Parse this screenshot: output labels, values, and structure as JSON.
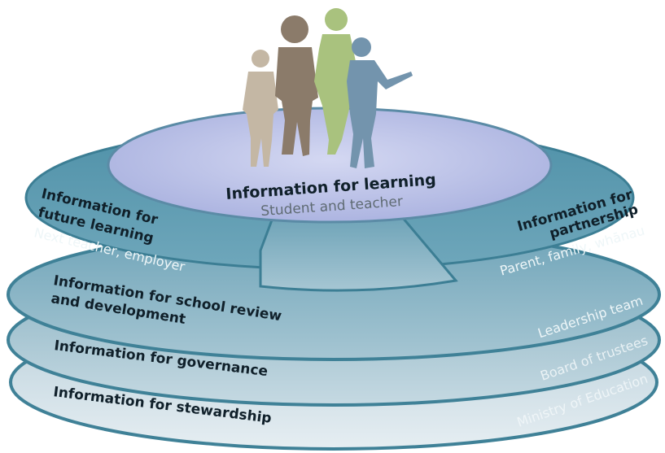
{
  "layers": {
    "learning": {
      "title": "Information for learning",
      "subtitle": "Student and teacher"
    },
    "future_learning": {
      "title_line1": "Information for",
      "title_line2": "future learning",
      "subtitle": "Next teacher, employer"
    },
    "partnership": {
      "title_line1": "Information for",
      "title_line2": "partnership",
      "subtitle": "Parent, family, whānau"
    },
    "school_review": {
      "title_line1": "Information for school review",
      "title_line2": "and development",
      "subtitle": "Leadership team"
    },
    "governance": {
      "title": "Information for governance",
      "subtitle": "Board of trustees"
    },
    "stewardship": {
      "title": "Information for stewardship",
      "subtitle": "Ministry of Education"
    }
  },
  "colors": {
    "top_disc": "#b8bfe6",
    "teal": "#5f9eb2",
    "teal_dark": "#3f7f95",
    "figure_beige": "#c4b7a4",
    "figure_brown": "#8b7b6a",
    "figure_green": "#a9c27e",
    "figure_blue": "#7394ad"
  },
  "icons": [
    "people-silhouettes-icon"
  ]
}
